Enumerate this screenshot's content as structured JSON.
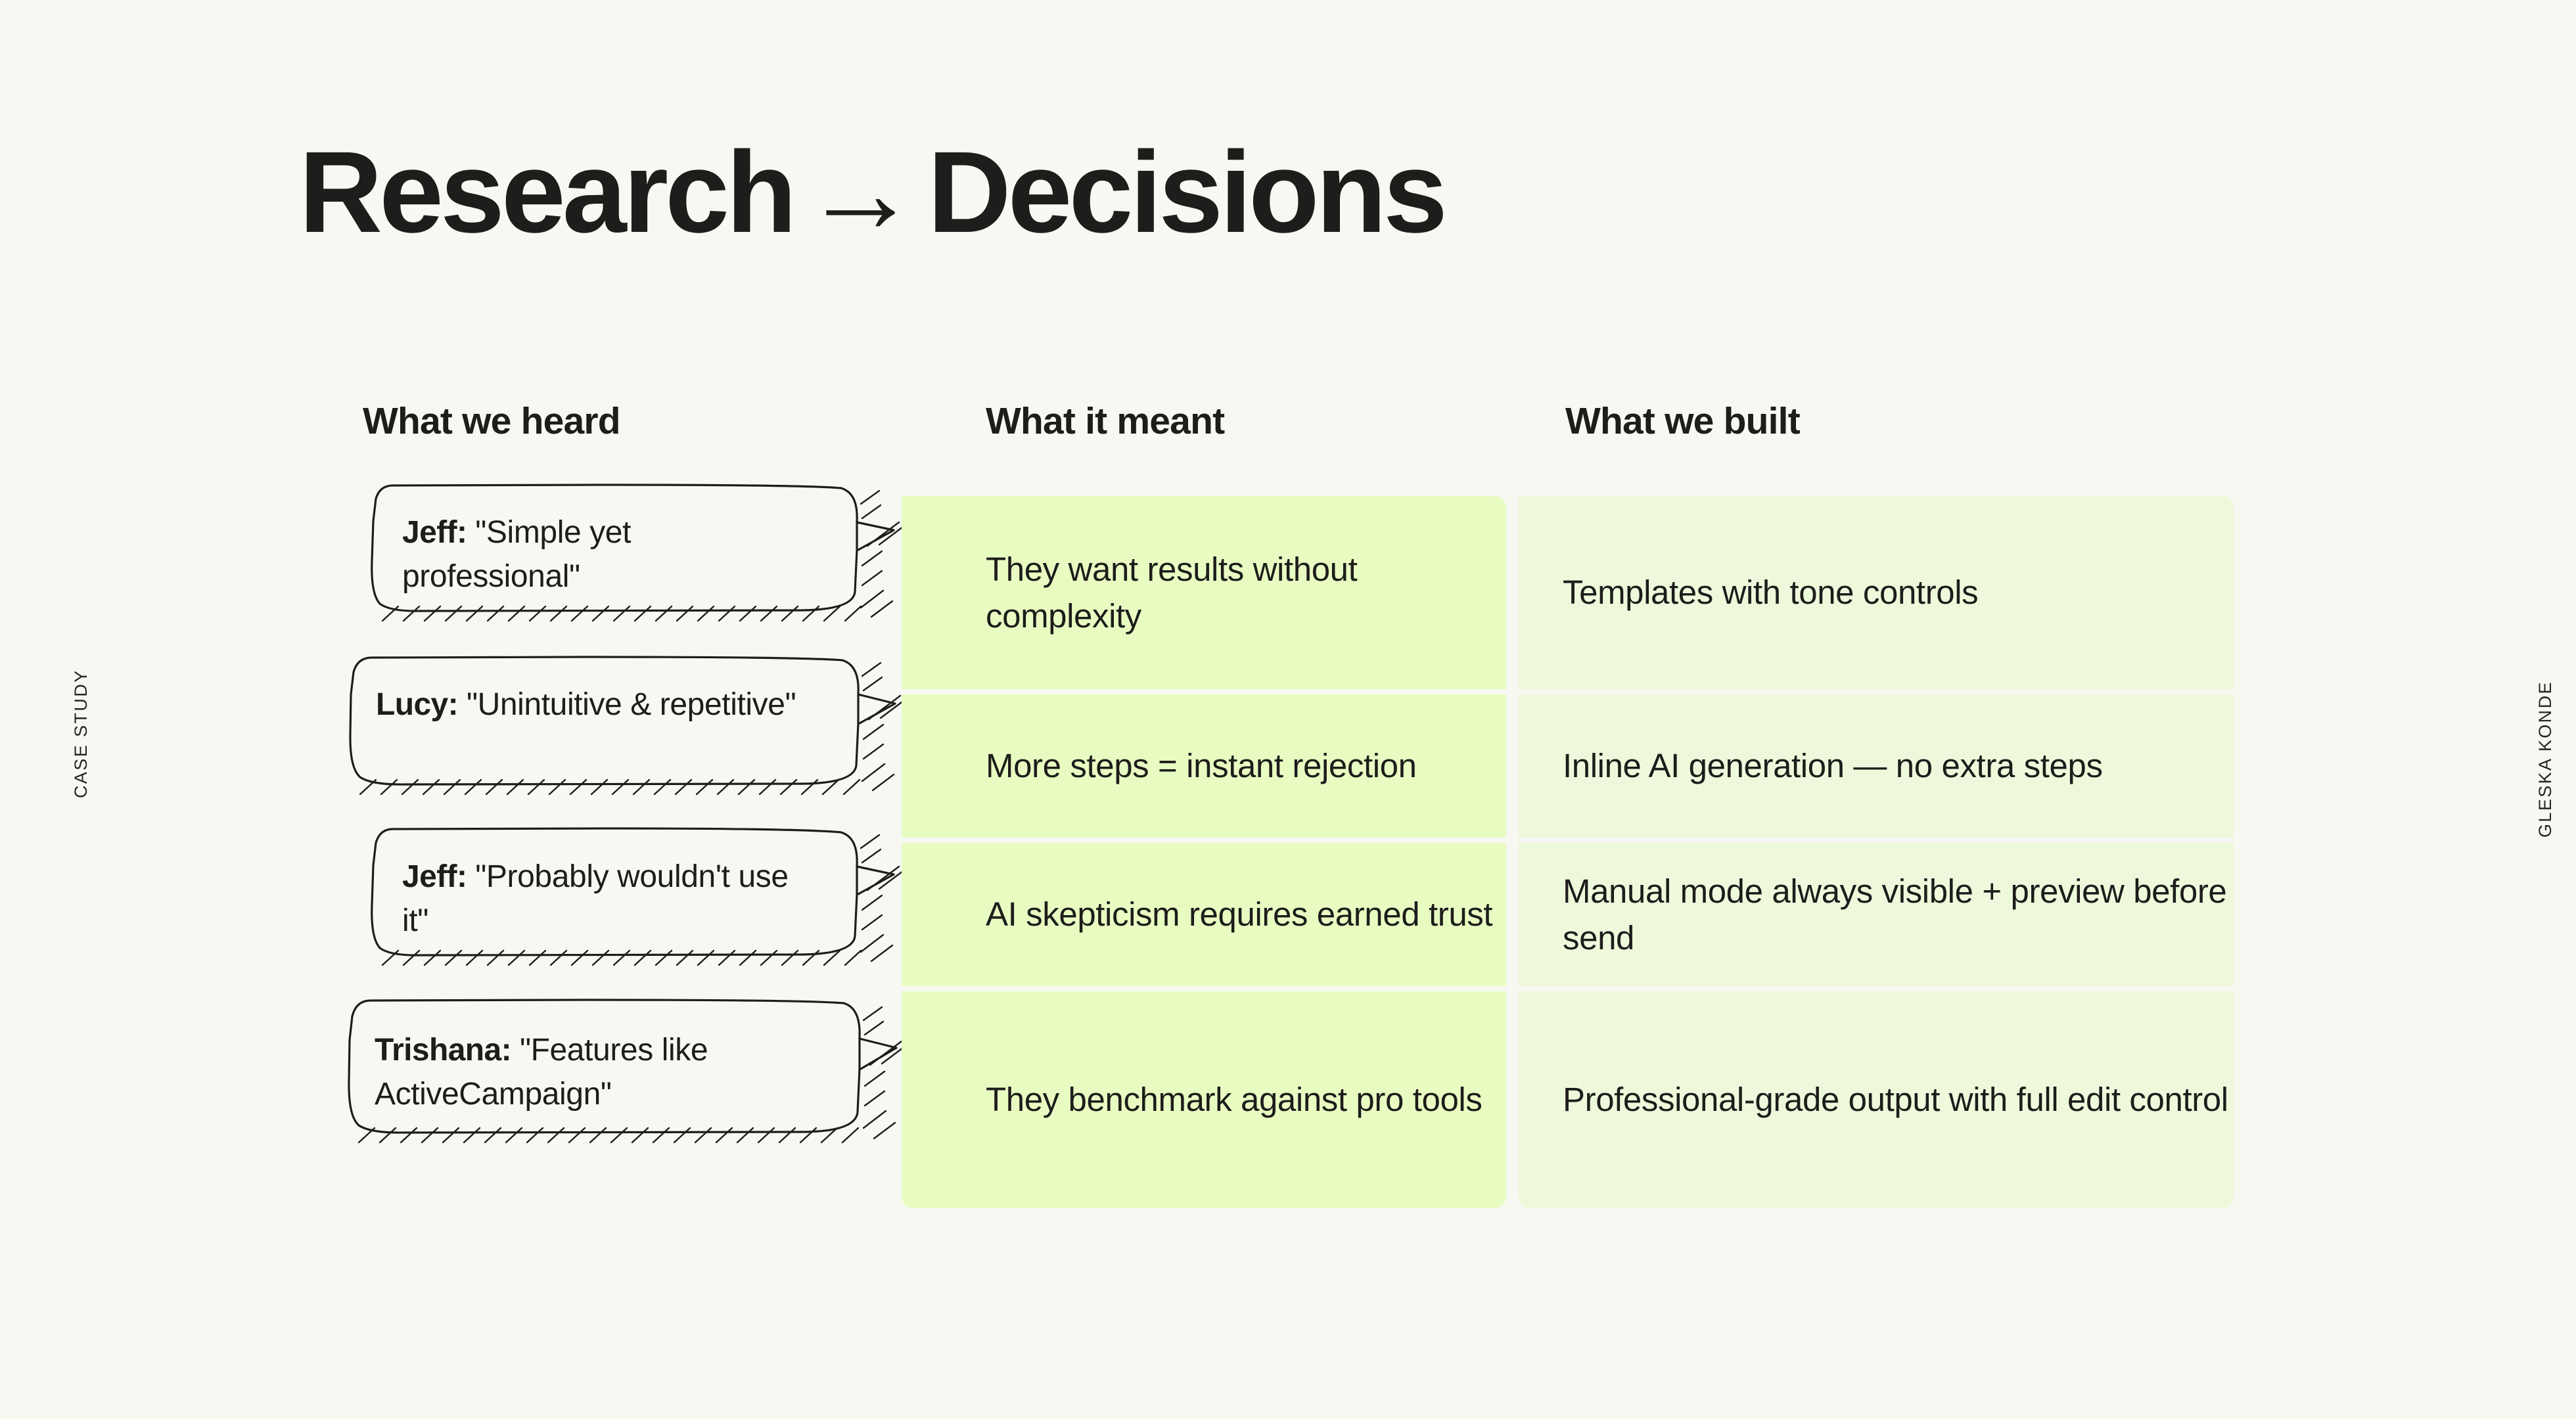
{
  "meta": {
    "background_color": "#f7f8f2",
    "text_color": "#1d1d1b",
    "accent_green_meant": "#e8fcc2",
    "accent_green_built": "#eef9dc"
  },
  "side_labels": {
    "left": "CASE STUDY",
    "right": "GLESKA KONDE"
  },
  "title": {
    "before": "Research",
    "arrow": "→",
    "after": "Decisions"
  },
  "columns": {
    "heard": "What we heard",
    "meant": "What it meant",
    "built": "What we built"
  },
  "rows": [
    {
      "speaker": "Jeff:",
      "quote": "\"Simple yet professional\"",
      "meant": "They want results without complexity",
      "built": "Templates with tone controls"
    },
    {
      "speaker": "Lucy:",
      "quote": "\"Unintuitive & repetitive\"",
      "meant": "More steps = instant rejection",
      "built": "Inline AI generation — no extra steps"
    },
    {
      "speaker": "Jeff:",
      "quote": "\"Probably wouldn't use it\"",
      "meant": "AI skepticism requires earned trust",
      "built": "Manual mode always visible + preview before send"
    },
    {
      "speaker": "Trishana:",
      "quote": "\"Features like ActiveCampaign\"",
      "meant": "They benchmark against pro tools",
      "built": "Professional-grade output with full edit control"
    }
  ]
}
